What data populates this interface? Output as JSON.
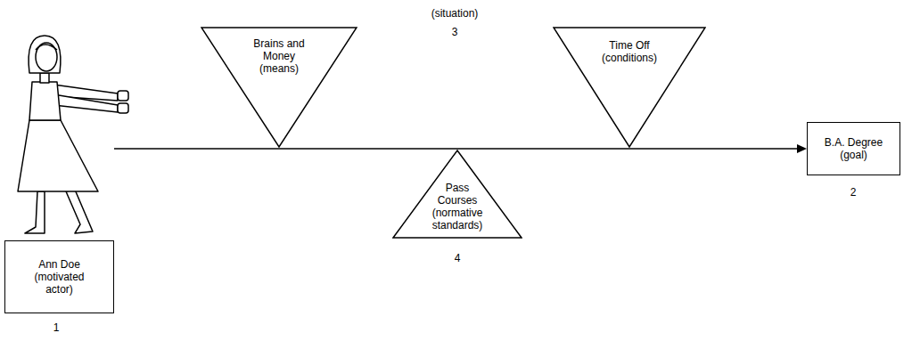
{
  "diagram": {
    "nodes": [
      {
        "text": [
          "Ann Doe (motivated actor)"
        ]
      },
      {
        "text": [
          "Brains and Money (means)"
        ]
      },
      {
        "text": [
          "Time Off (conditions)"
        ]
      },
      {
        "text": [
          "Pass Courses (normative standards)"
        ]
      },
      {
        "text": [
          "B.A. Degree (goal)"
        ]
      }
    ],
    "edges": [
      {
        "from": 0,
        "to": 4,
        "arrow": "to"
      }
    ],
    "labels": [
      "(situation)",
      "3",
      "1",
      "4",
      "2"
    ]
  }
}
